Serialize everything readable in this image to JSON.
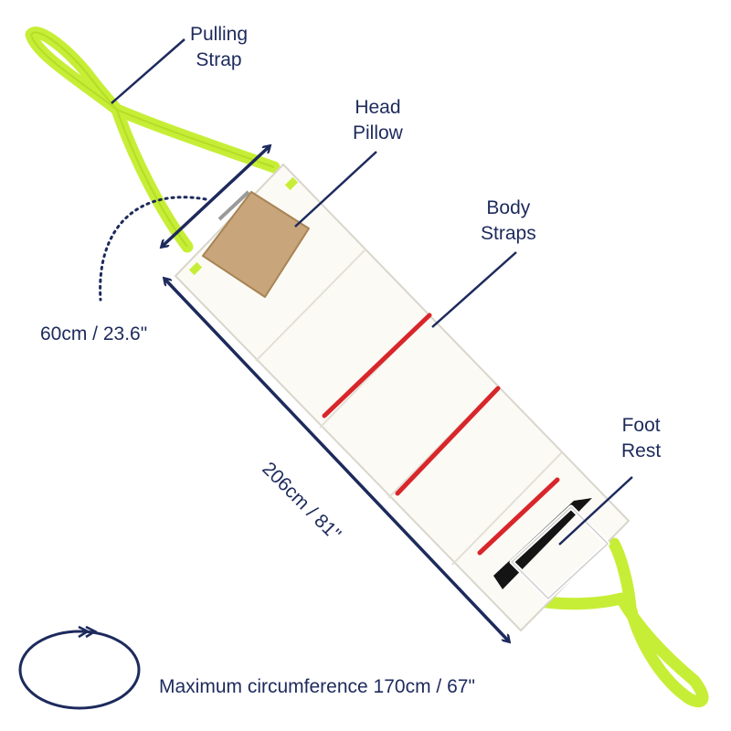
{
  "labels": {
    "pulling_strap": [
      "Pulling",
      "Strap"
    ],
    "head_pillow": [
      "Head",
      "Pillow"
    ],
    "body_straps": [
      "Body",
      "Straps"
    ],
    "foot_rest": [
      "Foot",
      "Rest"
    ]
  },
  "dimensions": {
    "width": "60cm / 23.6\"",
    "length": "206cm / 81\"",
    "circumference": "Maximum circumference 170cm / 67\""
  },
  "colors": {
    "label_text": "#1d2a5c",
    "arrow": "#1d2a5c",
    "board": "#fbfaf5",
    "strap_green": "#c7ee36",
    "body_strap_red": "#d8262b",
    "pillow": "#c8a57a",
    "foot_rest_black": "#141414"
  }
}
